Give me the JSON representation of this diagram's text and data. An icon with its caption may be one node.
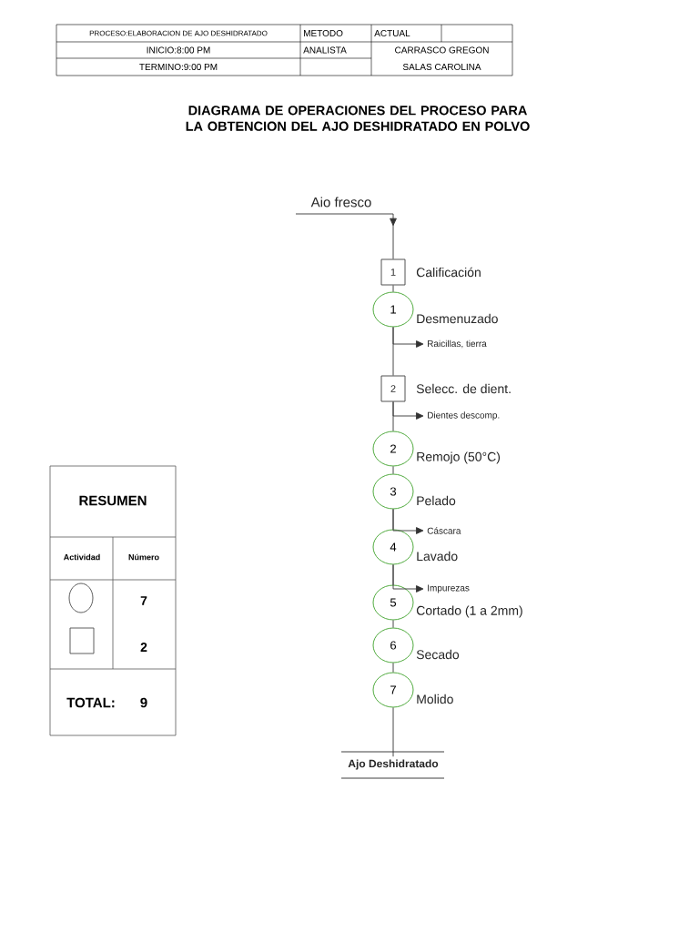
{
  "diagram": {
    "title": "DIAGRAMA DE OPERACIONES DEL PROCESO PARA LA OBTENCION DEL AJO DESHIDRATADO EN POLVO",
    "nodes": [
      {
        "text": [
          "Aio fresco"
        ]
      },
      {
        "text": [
          "1"
        ],
        "beside": [
          "Calificación"
        ]
      },
      {
        "text": [
          "1"
        ],
        "beside": [
          "Desmenuzado"
        ]
      },
      {
        "text": [
          "Raicillas, tierra"
        ]
      },
      {
        "text": [
          "2"
        ],
        "beside": [
          "Selecc. de dient."
        ]
      },
      {
        "text": [
          "Dientes descomp."
        ]
      },
      {
        "text": [
          "2"
        ],
        "beside": [
          "Remojo (50°C)"
        ]
      },
      {
        "text": [
          "3"
        ],
        "beside": [
          "Pelado"
        ]
      },
      {
        "text": [
          "Cáscara"
        ]
      },
      {
        "text": [
          "4"
        ],
        "beside": [
          "Lavado"
        ]
      },
      {
        "text": [
          "Impurezas"
        ]
      },
      {
        "text": [
          "5"
        ],
        "beside": [
          "Cortado (1 a 2mm)"
        ]
      },
      {
        "text": [
          "6"
        ],
        "beside": [
          "Secado"
        ]
      },
      {
        "text": [
          "7"
        ],
        "beside": [
          "Molido"
        ]
      },
      {
        "text": [
          "Ajo Deshidratado"
        ]
      }
    ],
    "edges": [
      {
        "from": 0,
        "to": 1,
        "arrow": "to"
      },
      {
        "from": 1,
        "to": 2,
        "arrow": "none"
      },
      {
        "from": 2,
        "to": 3,
        "arrow": "to"
      },
      {
        "from": 2,
        "to": 4,
        "arrow": "none"
      },
      {
        "from": 4,
        "to": 5,
        "arrow": "to"
      },
      {
        "from": 4,
        "to": 6,
        "arrow": "none"
      },
      {
        "from": 6,
        "to": 7,
        "arrow": "none"
      },
      {
        "from": 7,
        "to": 8,
        "arrow": "to"
      },
      {
        "from": 7,
        "to": 9,
        "arrow": "none"
      },
      {
        "from": 9,
        "to": 10,
        "arrow": "to"
      },
      {
        "from": 9,
        "to": 11,
        "arrow": "none"
      },
      {
        "from": 11,
        "to": 12,
        "arrow": "none"
      },
      {
        "from": 12,
        "to": 13,
        "arrow": "none"
      },
      {
        "from": 13,
        "to": 14,
        "arrow": "none"
      }
    ],
    "labels": [
      "PROCESO:ELABORACION DE AJO DESHIDRATADO",
      "METODO",
      "ACTUAL",
      "INICIO:8:00 PM",
      "ANALISTA",
      "CARRASCO GREGON",
      "TERMINO:9:00 PM",
      "SALAS CAROLINA",
      "RESUMEN",
      "Actividad",
      "Número",
      "7",
      "2",
      "TOTAL:",
      "9"
    ]
  }
}
